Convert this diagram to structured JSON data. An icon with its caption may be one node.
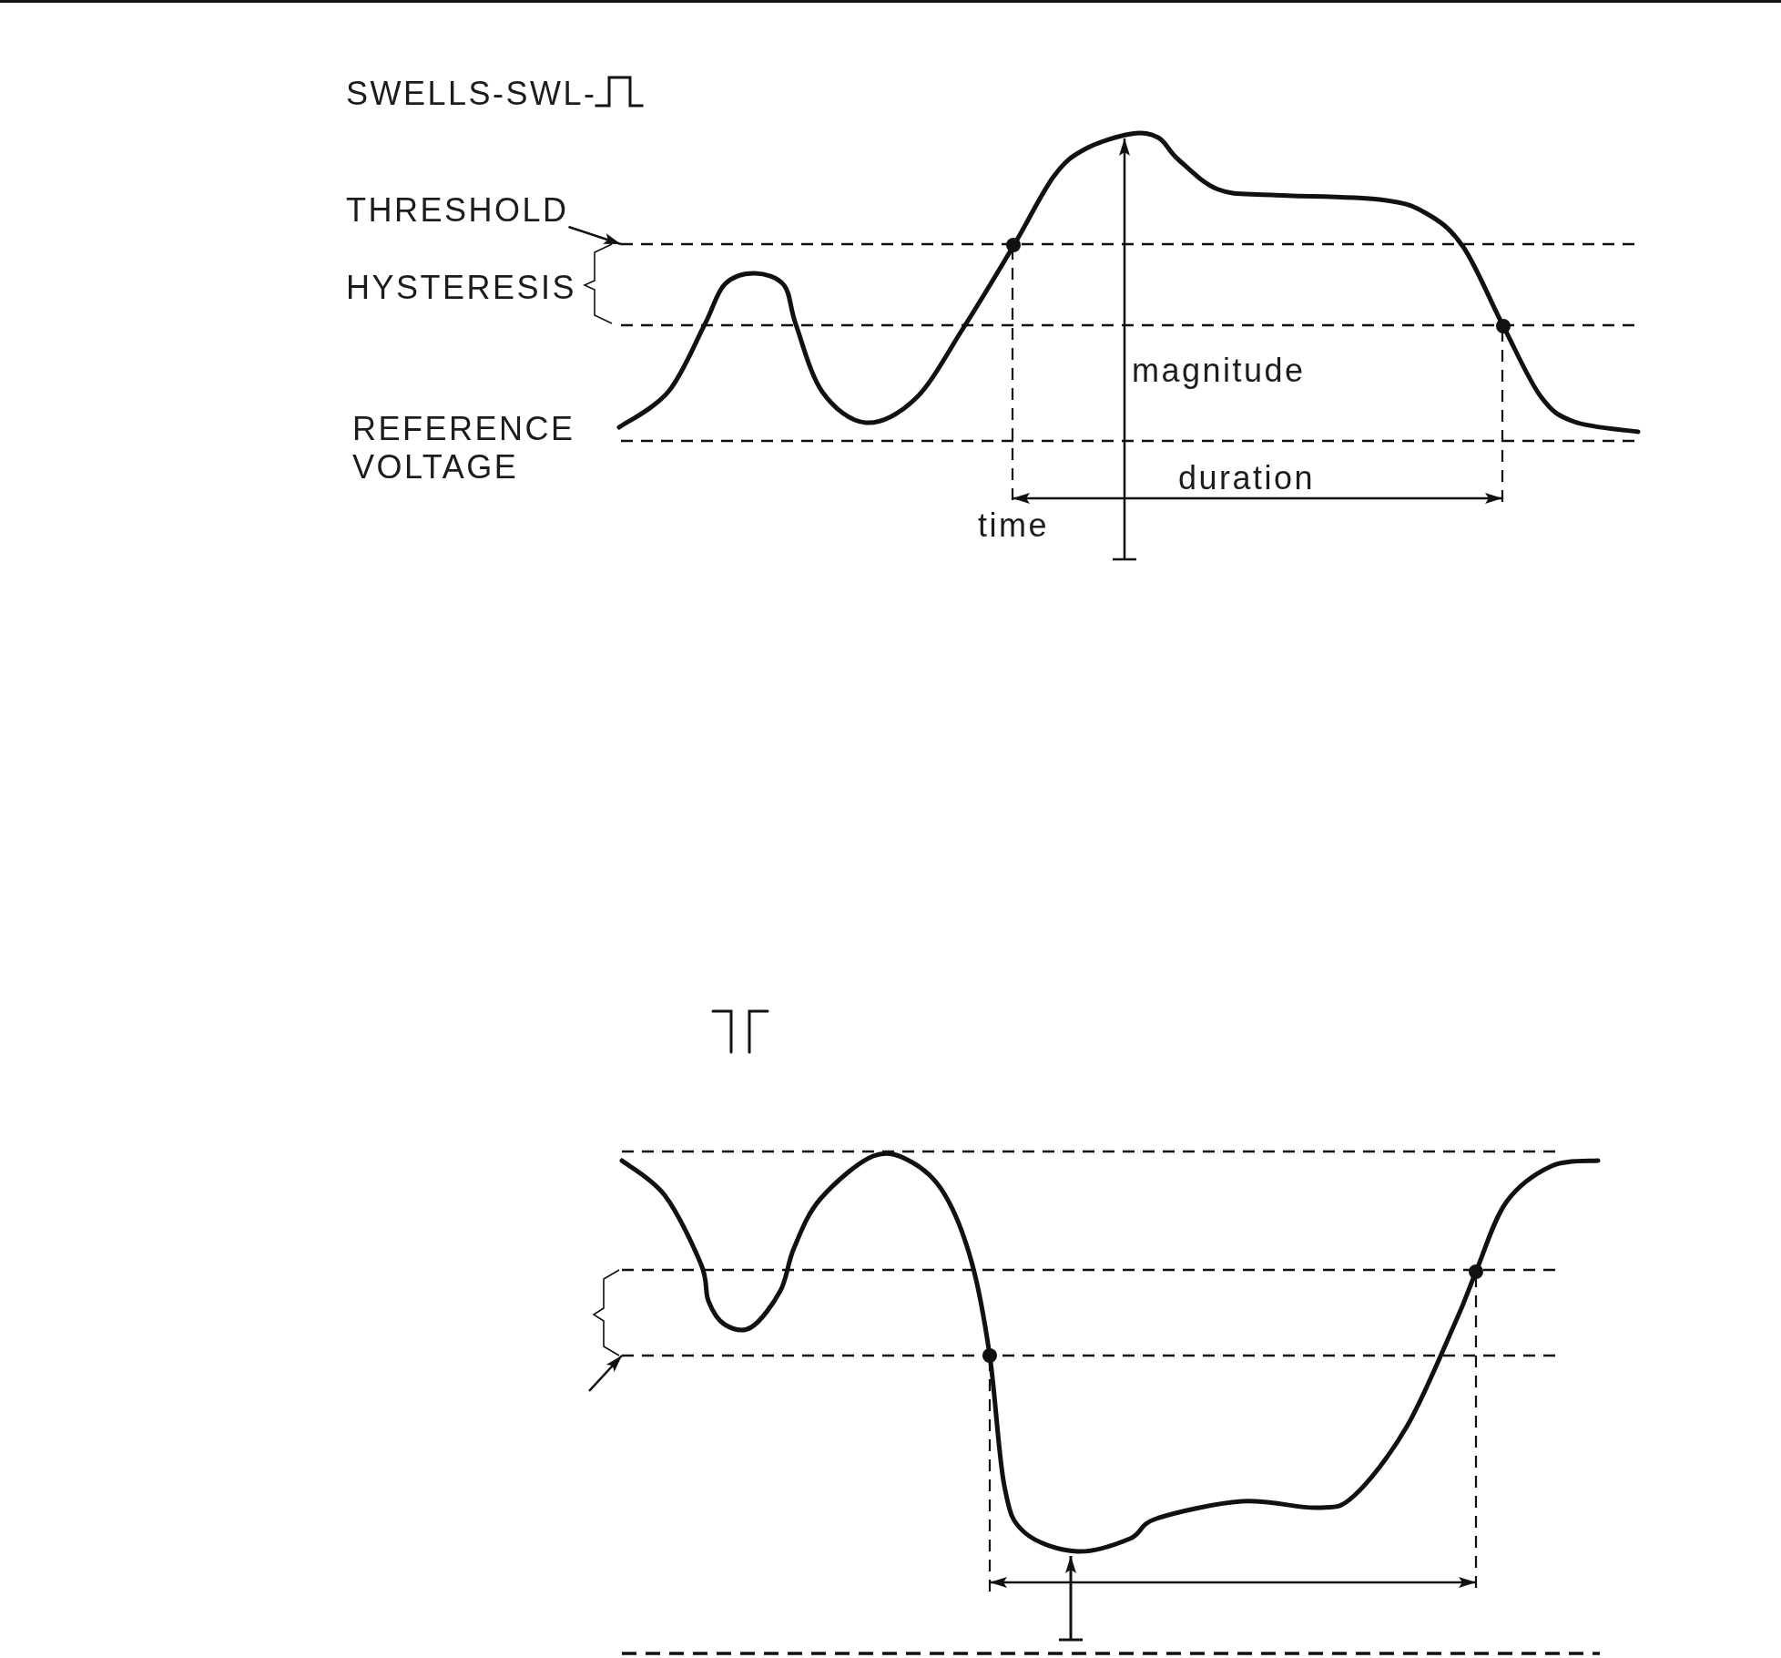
{
  "diagram": {
    "nodes": [
      {
        "text": [
          "THRESHOLD"
        ]
      },
      {
        "text": [],
        "shape": "line"
      },
      {
        "text": [],
        "shape": "line"
      }
    ],
    "edges": [
      {
        "from": 0,
        "to": 1,
        "arrow": "to"
      },
      {
        "from": null,
        "to": 2,
        "arrow": "to"
      }
    ],
    "labels": [
      "SWELLS-SWL-",
      "HYSTERESIS",
      "magnitude",
      "REFERENCE VOLTAGE",
      "duration",
      "time"
    ]
  }
}
